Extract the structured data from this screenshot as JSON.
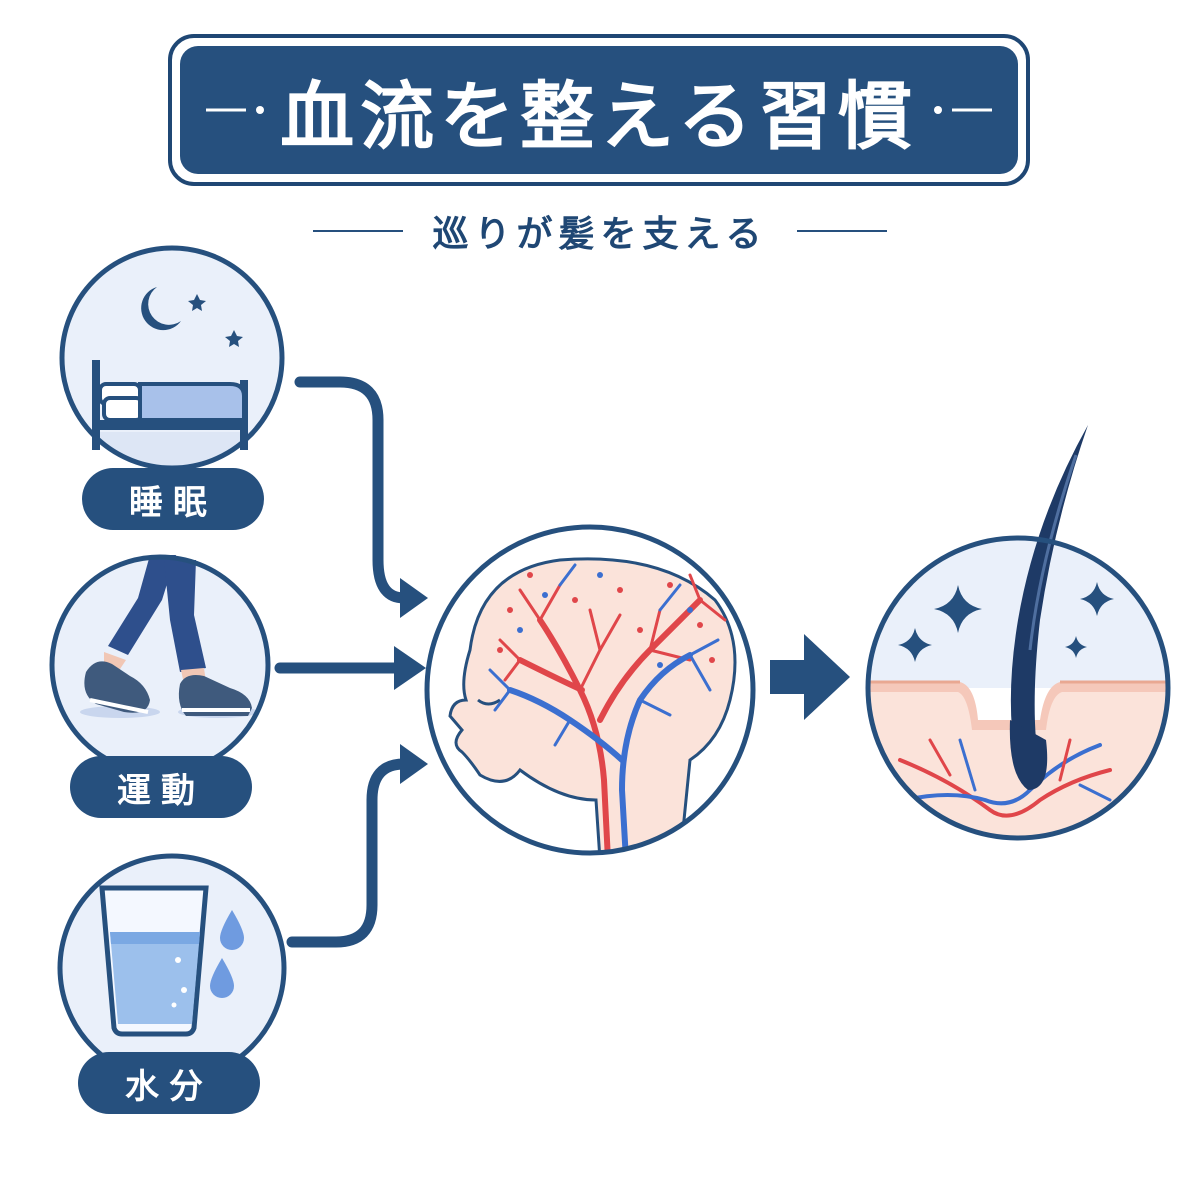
{
  "header": {
    "title": "血流を整える習慣",
    "subtitle": "巡りが髪を支える"
  },
  "habits": [
    {
      "label": "睡眠",
      "icon": "sleep-bed-moon-icon"
    },
    {
      "label": "運動",
      "icon": "walking-legs-icon"
    },
    {
      "label": "水分",
      "icon": "water-glass-icon"
    }
  ],
  "center": {
    "icon": "head-blood-vessels-icon"
  },
  "result": {
    "icon": "hair-follicle-icon"
  },
  "colors": {
    "navy": "#26507e",
    "navy_dark": "#1f4774",
    "artery": "#e0464a",
    "vein": "#3b6fd0",
    "skin": "#f7d3c4",
    "circle_bg": "#eef3fb"
  }
}
